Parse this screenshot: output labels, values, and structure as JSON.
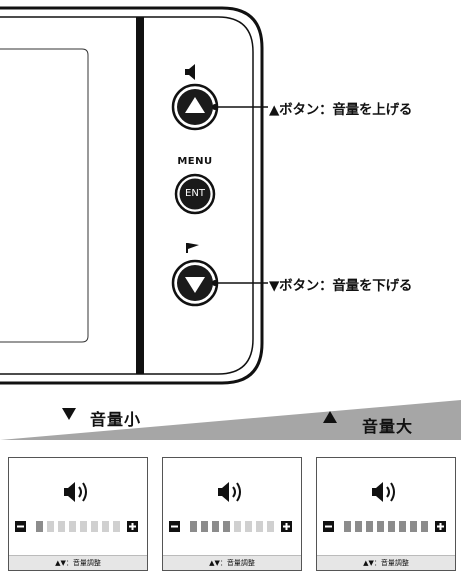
{
  "device": {
    "menu_label": "MENU",
    "enter_label": "ENT"
  },
  "callouts": {
    "up": "▲ボタン：音量を上げる",
    "down": "▼ボタン：音量を下げる"
  },
  "volume_scale": {
    "low_label": "音量小",
    "high_label": "音量大"
  },
  "screens": [
    {
      "footer": "▲▼：音量調整",
      "level": 1,
      "max": 8
    },
    {
      "footer": "▲▼：音量調整",
      "level": 4,
      "max": 8
    },
    {
      "footer": "▲▼：音量調整",
      "level": 8,
      "max": 8
    }
  ],
  "colors": {
    "device_outline": "#111111",
    "button_fill": "#1a1a1a",
    "wedge": "#a6a6a6",
    "bar": "#8c8c8c"
  }
}
